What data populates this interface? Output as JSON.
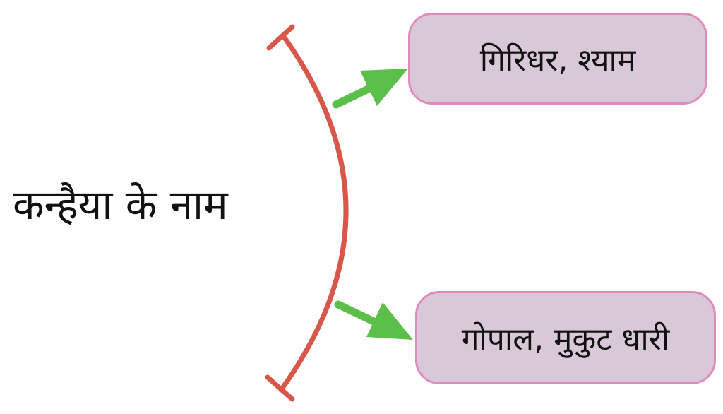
{
  "diagram": {
    "root_label": "कन्हैया के नाम",
    "branches": [
      {
        "label": "गिरिधर, श्याम"
      },
      {
        "label": "गोपाल, मुकुट धारी"
      }
    ],
    "colors": {
      "bracket": "#d9574a",
      "arrow": "#5bbf4a",
      "box_fill": "#d9c8d8",
      "box_border": "#e08bbd",
      "text": "#111111"
    }
  }
}
